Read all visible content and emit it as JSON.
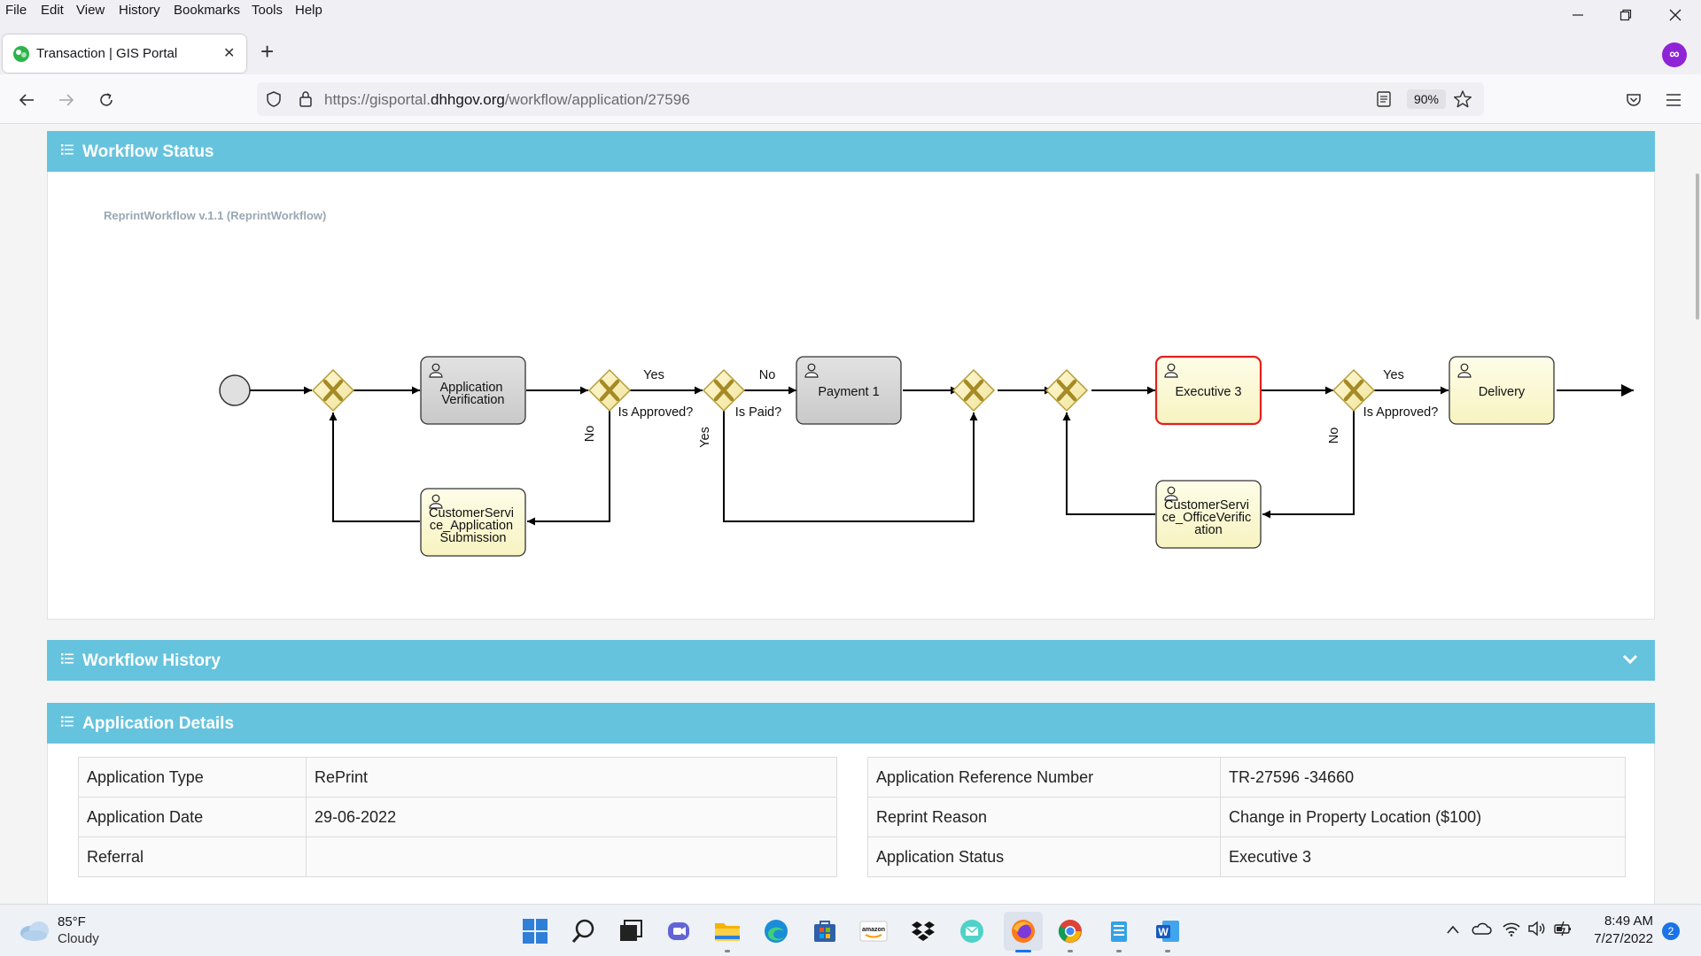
{
  "menu": [
    "File",
    "Edit",
    "View",
    "History",
    "Bookmarks",
    "Tools",
    "Help"
  ],
  "tab": {
    "title": "Transaction | GIS Portal"
  },
  "url": {
    "prefix": "https://gisportal.",
    "domain": "dhhgov.org",
    "path": "/workflow/application/27596"
  },
  "zoom": "90%",
  "panels": {
    "status": "Workflow Status",
    "history": "Workflow History",
    "details": "Application Details"
  },
  "diagram": {
    "process_label": "ReprintWorkflow v.1.1 (ReprintWorkflow)",
    "tasks": {
      "app_verification": [
        "Application",
        "Verification"
      ],
      "cs_submission": [
        "CustomerServi",
        "ce_Application",
        "Submission"
      ],
      "payment": [
        "Payment 1"
      ],
      "executive": [
        "Executive 3"
      ],
      "cs_office": [
        "CustomerServi",
        "ce_OfficeVerific",
        "ation"
      ],
      "delivery": [
        "Delivery"
      ]
    },
    "gateway_labels": {
      "approved1": "Is Approved?",
      "paid": "Is Paid?",
      "approved2": "Is Approved?"
    },
    "flow_labels": {
      "yes1": "Yes",
      "no1": "No",
      "no2": "No",
      "yes2": "Yes",
      "yes3": "Yes",
      "no3": "No"
    },
    "active_task": "Executive 3"
  },
  "details_left": [
    {
      "label": "Application Type",
      "value": "RePrint"
    },
    {
      "label": "Application Date",
      "value": "29-06-2022"
    },
    {
      "label": "Referral",
      "value": ""
    }
  ],
  "details_right": [
    {
      "label": "Application Reference Number",
      "value": "TR-27596 -34660"
    },
    {
      "label": "Reprint Reason",
      "value": "Change in Property Location ($100)"
    },
    {
      "label": "Application Status",
      "value": "Executive 3"
    }
  ],
  "taskbar": {
    "weather_temp": "85°F",
    "weather_desc": "Cloudy",
    "time": "8:49 AM",
    "date": "7/27/2022",
    "notification_count": "2"
  }
}
